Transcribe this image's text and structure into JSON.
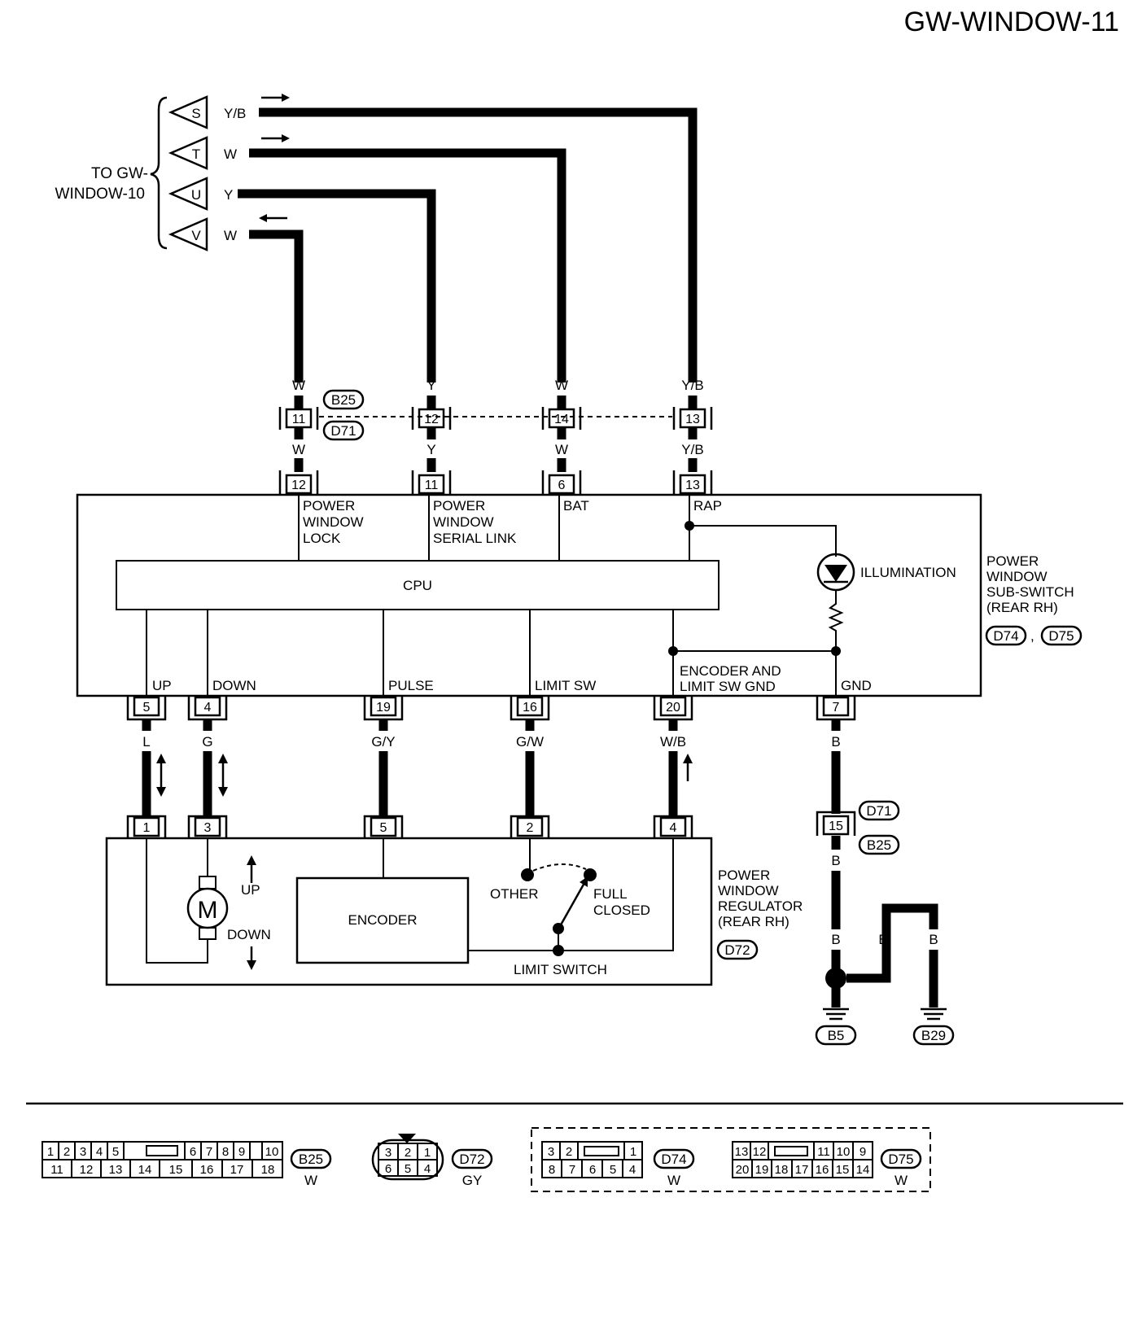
{
  "title": "GW-WINDOW-11",
  "to_ref": [
    "TO GW-",
    "WINDOW-10"
  ],
  "feeds": [
    {
      "letter": "S",
      "color": "Y/B"
    },
    {
      "letter": "T",
      "color": "W"
    },
    {
      "letter": "U",
      "color": "Y"
    },
    {
      "letter": "V",
      "color": "W"
    }
  ],
  "top_wires": [
    {
      "color_upper": "W",
      "b25_pin": "11",
      "color_lower": "W",
      "switch_pin": "12",
      "label": [
        "POWER",
        "WINDOW",
        "LOCK"
      ]
    },
    {
      "color_upper": "Y",
      "b25_pin": "12",
      "color_lower": "Y",
      "switch_pin": "11",
      "label": [
        "POWER",
        "WINDOW",
        "SERIAL LINK"
      ]
    },
    {
      "color_upper": "W",
      "b25_pin": "14",
      "color_lower": "W",
      "switch_pin": "6",
      "label": [
        "BAT"
      ]
    },
    {
      "color_upper": "Y/B",
      "b25_pin": "13",
      "color_lower": "Y/B",
      "switch_pin": "13",
      "label": [
        "RAP"
      ]
    }
  ],
  "connectors": {
    "b25": "B25",
    "d71": "D71"
  },
  "sub_switch": {
    "cpu": "CPU",
    "illumination": "ILLUMINATION",
    "encoder_gnd": [
      "ENCODER AND",
      "LIMIT SW GND"
    ],
    "name": [
      "POWER",
      "WINDOW",
      "SUB-SWITCH",
      "(REAR RH)"
    ],
    "conn_a": "D74",
    "sep": ",",
    "conn_b": "D75"
  },
  "bottom_pins": [
    {
      "label": "UP",
      "pin": "5",
      "color": "L",
      "reg_pin": "1"
    },
    {
      "label": "DOWN",
      "pin": "4",
      "color": "G",
      "reg_pin": "3"
    },
    {
      "label": "PULSE",
      "pin": "19",
      "color": "G/Y",
      "reg_pin": "5"
    },
    {
      "label": "LIMIT SW",
      "pin": "16",
      "color": "G/W",
      "reg_pin": "2"
    },
    {
      "label": "",
      "pin": "20",
      "color": "W/B",
      "reg_pin": "4"
    },
    {
      "label": "GND",
      "pin": "7",
      "color": "B",
      "reg_pin": ""
    }
  ],
  "ground": {
    "d71_pin": "15",
    "d71": "D71",
    "b25": "B25",
    "colors": [
      "B",
      "B",
      "B",
      "B"
    ],
    "g1": "B5",
    "g2": "B29"
  },
  "regulator": {
    "motor": "M",
    "up": "UP",
    "down": "DOWN",
    "encoder": "ENCODER",
    "other": "OTHER",
    "full_closed": [
      "FULL",
      "CLOSED"
    ],
    "limit_switch": "LIMIT SWITCH",
    "name": [
      "POWER",
      "WINDOW",
      "REGULATOR",
      "(REAR RH)"
    ],
    "conn": "D72"
  },
  "legend": {
    "b25": {
      "row1": [
        "1",
        "2",
        "3",
        "4",
        "5",
        "6",
        "7",
        "8",
        "9",
        "10"
      ],
      "row2": [
        "11",
        "12",
        "13",
        "14",
        "15",
        "16",
        "17",
        "18"
      ],
      "id": "B25",
      "color": "W"
    },
    "d72": {
      "row1": [
        "3",
        "2",
        "1"
      ],
      "row2": [
        "6",
        "5",
        "4"
      ],
      "id": "D72",
      "color": "GY"
    },
    "d74": {
      "row1": [
        "3",
        "2",
        "1"
      ],
      "row2": [
        "8",
        "7",
        "6",
        "5",
        "4"
      ],
      "id": "D74",
      "color": "W"
    },
    "d75": {
      "row1": [
        "13",
        "12",
        "11",
        "10",
        "9"
      ],
      "row2": [
        "20",
        "19",
        "18",
        "17",
        "16",
        "15",
        "14"
      ],
      "id": "D75",
      "color": "W"
    }
  }
}
